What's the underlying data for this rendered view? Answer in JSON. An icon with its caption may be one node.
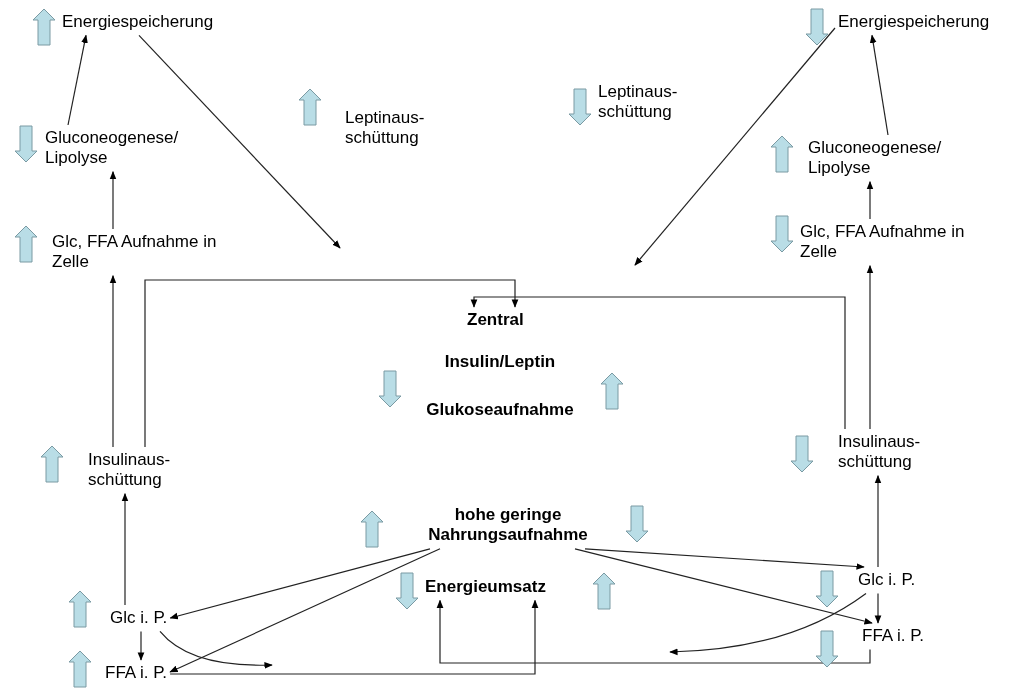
{
  "diagram": {
    "nodes": [
      {
        "text": [
          "Energiespeicherung"
        ]
      },
      {
        "text": [
          "Gluconeogenese/ Lipolyse"
        ]
      },
      {
        "text": [
          "Glc, FFA Aufnahme in Zelle"
        ]
      },
      {
        "text": [
          "Leptinaus- schüttung"
        ]
      },
      {
        "text": [
          "Leptinaus- schüttung"
        ]
      },
      {
        "text": [
          "Energiespeicherung"
        ]
      },
      {
        "text": [
          "Gluconeogenese/ Lipolyse"
        ]
      },
      {
        "text": [
          "Glc, FFA Aufnahme in Zelle"
        ]
      },
      {
        "text": [
          "Zentral"
        ]
      },
      {
        "text": [
          "Insulin/Leptin",
          "Glukoseaufnahme"
        ]
      },
      {
        "text": [
          "Insulinaus- schüttung"
        ]
      },
      {
        "text": [
          "Insulinaus- schüttung"
        ]
      },
      {
        "text": [
          "hohe geringe Nahrungsaufnahme"
        ]
      },
      {
        "text": [
          "Energieumsatz"
        ]
      },
      {
        "text": [
          "Glc i. P."
        ]
      },
      {
        "text": [
          "FFA i. P."
        ]
      },
      {
        "text": [
          "Glc i. P."
        ]
      },
      {
        "text": [
          "FFA i. P."
        ]
      },
      {
        "text": [],
        "shape": "up-arrow"
      },
      {
        "text": [],
        "shape": "down-arrow"
      },
      {
        "text": [],
        "shape": "down-arrow"
      },
      {
        "text": [],
        "shape": "up-arrow"
      },
      {
        "text": [],
        "shape": "down-arrow"
      },
      {
        "text": [],
        "shape": "up-arrow"
      },
      {
        "text": [],
        "shape": "up-arrow"
      },
      {
        "text": [],
        "shape": "down-arrow"
      },
      {
        "text": [],
        "shape": "down-arrow"
      },
      {
        "text": [],
        "shape": "up-arrow"
      },
      {
        "text": [],
        "shape": "up-arrow"
      },
      {
        "text": [],
        "shape": "down-arrow"
      },
      {
        "text": [],
        "shape": "up-arrow"
      },
      {
        "text": [],
        "shape": "down-arrow"
      },
      {
        "text": [],
        "shape": "down-arrow"
      },
      {
        "text": [],
        "shape": "up-arrow"
      },
      {
        "text": [],
        "shape": "up-arrow"
      },
      {
        "text": [],
        "shape": "down-arrow"
      },
      {
        "text": [],
        "shape": "up-arrow"
      },
      {
        "text": [],
        "shape": "down-arrow"
      }
    ],
    "edges": [
      {
        "from": 1,
        "to": 0,
        "arrow": "to"
      },
      {
        "from": 2,
        "to": 1,
        "arrow": "to"
      },
      {
        "from": 10,
        "to": 2,
        "arrow": "to"
      },
      {
        "from": 14,
        "to": 10,
        "arrow": "to"
      },
      {
        "from": 14,
        "to": 15,
        "arrow": "to"
      },
      {
        "from": 0,
        "to": null,
        "arrow": "to"
      },
      {
        "from": 5,
        "to": null,
        "arrow": "to"
      },
      {
        "from": 6,
        "to": 5,
        "arrow": "to"
      },
      {
        "from": 7,
        "to": 6,
        "arrow": "to"
      },
      {
        "from": 11,
        "to": 7,
        "arrow": "to"
      },
      {
        "from": 16,
        "to": 11,
        "arrow": "to"
      },
      {
        "from": 16,
        "to": 17,
        "arrow": "to"
      },
      {
        "from": 10,
        "to": 8,
        "arrow": "to"
      },
      {
        "from": 11,
        "to": 8,
        "arrow": "to"
      },
      {
        "from": 12,
        "to": 14,
        "arrow": "to"
      },
      {
        "from": 12,
        "to": 15,
        "arrow": "to"
      },
      {
        "from": 12,
        "to": 16,
        "arrow": "to"
      },
      {
        "from": 12,
        "to": 17,
        "arrow": "to"
      },
      {
        "from": 14,
        "to": null,
        "arrow": "to"
      },
      {
        "from": 16,
        "to": null,
        "arrow": "to"
      },
      {
        "from": 15,
        "to": 13,
        "arrow": "to"
      },
      {
        "from": 17,
        "to": 13,
        "arrow": "to"
      }
    ]
  }
}
